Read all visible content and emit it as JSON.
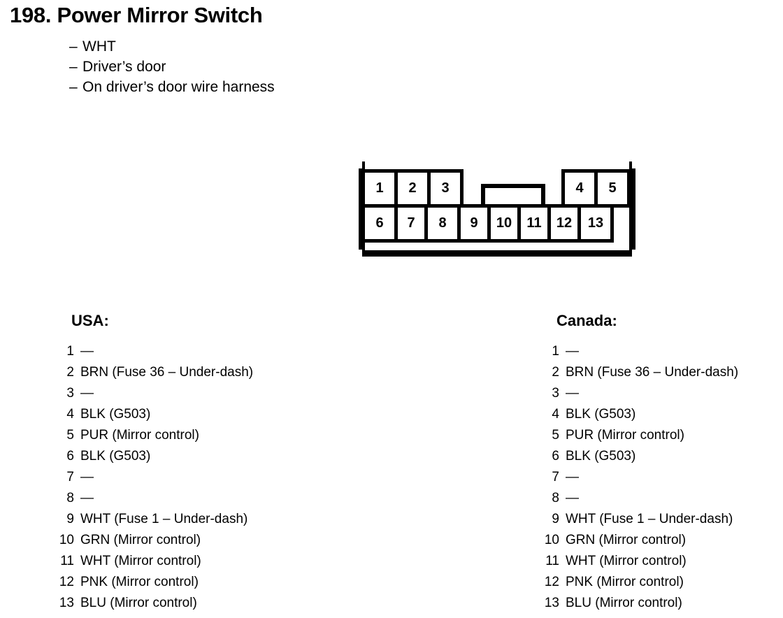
{
  "header": {
    "number": "198.",
    "title": "Power Mirror Switch",
    "full_title": "198.  Power Mirror Switch",
    "bullets": [
      {
        "dash": "–",
        "text": "WHT"
      },
      {
        "dash": "–",
        "text": "Driver’s door"
      },
      {
        "dash": "–",
        "text": "On driver’s door wire harness"
      }
    ]
  },
  "connector": {
    "name": "13-pin connector face view",
    "top_row_left": [
      "1",
      "2",
      "3"
    ],
    "top_row_right": [
      "4",
      "5"
    ],
    "bottom_row": [
      "6",
      "7",
      "8",
      "9",
      "10",
      "11",
      "12",
      "13"
    ],
    "center_tab_label": ""
  },
  "legends": [
    {
      "market": "USA:",
      "pins": [
        {
          "num": "1",
          "desc": "—"
        },
        {
          "num": "2",
          "desc": "BRN (Fuse 36 – Under-dash)"
        },
        {
          "num": "3",
          "desc": "—"
        },
        {
          "num": "4",
          "desc": "BLK (G503)"
        },
        {
          "num": "5",
          "desc": "PUR (Mirror control)"
        },
        {
          "num": "6",
          "desc": "BLK (G503)"
        },
        {
          "num": "7",
          "desc": "—"
        },
        {
          "num": "8",
          "desc": "—"
        },
        {
          "num": "9",
          "desc": "WHT (Fuse 1 – Under-dash)"
        },
        {
          "num": "10",
          "desc": "GRN (Mirror control)"
        },
        {
          "num": "11",
          "desc": "WHT (Mirror control)"
        },
        {
          "num": "12",
          "desc": "PNK (Mirror control)"
        },
        {
          "num": "13",
          "desc": "BLU (Mirror control)"
        }
      ]
    },
    {
      "market": "Canada:",
      "pins": [
        {
          "num": "1",
          "desc": "—"
        },
        {
          "num": "2",
          "desc": "BRN (Fuse 36 – Under-dash)"
        },
        {
          "num": "3",
          "desc": "—"
        },
        {
          "num": "4",
          "desc": "BLK (G503)"
        },
        {
          "num": "5",
          "desc": "PUR (Mirror control)"
        },
        {
          "num": "6",
          "desc": "BLK (G503)"
        },
        {
          "num": "7",
          "desc": "—"
        },
        {
          "num": "8",
          "desc": "—"
        },
        {
          "num": "9",
          "desc": "WHT (Fuse 1 – Under-dash)"
        },
        {
          "num": "10",
          "desc": "GRN (Mirror control)"
        },
        {
          "num": "11",
          "desc": "WHT (Mirror control)"
        },
        {
          "num": "12",
          "desc": "PNK (Mirror control)"
        },
        {
          "num": "13",
          "desc": "BLU (Mirror control)"
        }
      ]
    }
  ],
  "colors": {
    "ink": "#000000",
    "paper": "#ffffff"
  }
}
